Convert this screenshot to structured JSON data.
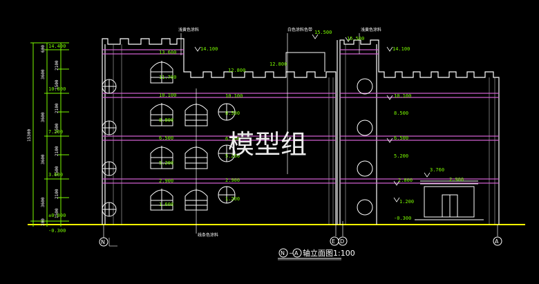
{
  "watermark": "模型组",
  "title": {
    "axis_a": "N",
    "sep": "~",
    "axis_b": "A",
    "text": "轴立面图1:100"
  },
  "axes": {
    "n": "N",
    "e": "E",
    "d": "D",
    "a": "A"
  },
  "total_height": "15300",
  "left_dims": [
    "600",
    "3600",
    "3600",
    "3600",
    "3600",
    "300"
  ],
  "left_subdims": [
    "2100",
    "1500",
    "2100",
    "1500",
    "2100",
    "1500",
    "2100",
    "1500"
  ],
  "left_levels": [
    "14.400",
    "10.800",
    "7.200",
    "3.600",
    "±0.000",
    "-0.300"
  ],
  "notes": {
    "n1": "浅黄色涂料",
    "n2": "白色涂料色带",
    "n3": "浅黄色涂料",
    "n4": "线条色涂料"
  },
  "levels_a": [
    "15.500",
    "15.500",
    "14.100",
    "12.800",
    "12.800",
    "13.600",
    "11.700",
    "10.100",
    "8.800",
    "6.500",
    "5.200",
    "2.900",
    "1.600"
  ],
  "levels_b": [
    "14.100",
    "10.100",
    "8.500",
    "6.500",
    "5.200",
    "3.760",
    "2.900",
    "2.800",
    "1.200",
    "-0.300"
  ],
  "levels_c": [
    "10.100",
    "8.500",
    "6.500",
    "5.200",
    "2.900",
    "1.200"
  ]
}
